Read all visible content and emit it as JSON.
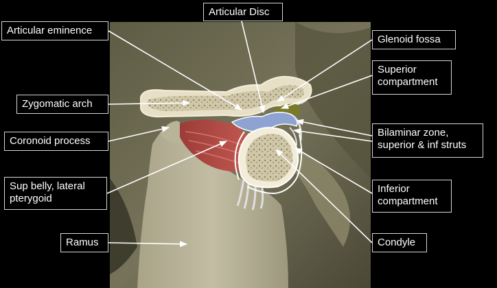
{
  "labels": {
    "articular_disc": "Articular Disc",
    "articular_eminence": "Articular eminence",
    "glenoid_fossa": "Glenoid fossa",
    "superior_compartment": "Superior\ncompartment",
    "zygomatic_arch": "Zygomatic arch",
    "bilaminar_zone": "Bilaminar zone,\nsuperior & inf struts",
    "coronoid_process": "Coronoid process",
    "sup_belly": "Sup belly, lateral\npterygoid",
    "inferior_compartment": "Inferior\ncompartment",
    "ramus": "Ramus",
    "condyle": "Condyle"
  },
  "colors": {
    "background": "#000000",
    "bone_back": "#6c6a50",
    "bone_front": "#bdb89e",
    "muscle": "#b34a45",
    "disc": "#8fa3d3",
    "superior_space": "#7a7a2a",
    "leader_line": "#ffffff"
  }
}
